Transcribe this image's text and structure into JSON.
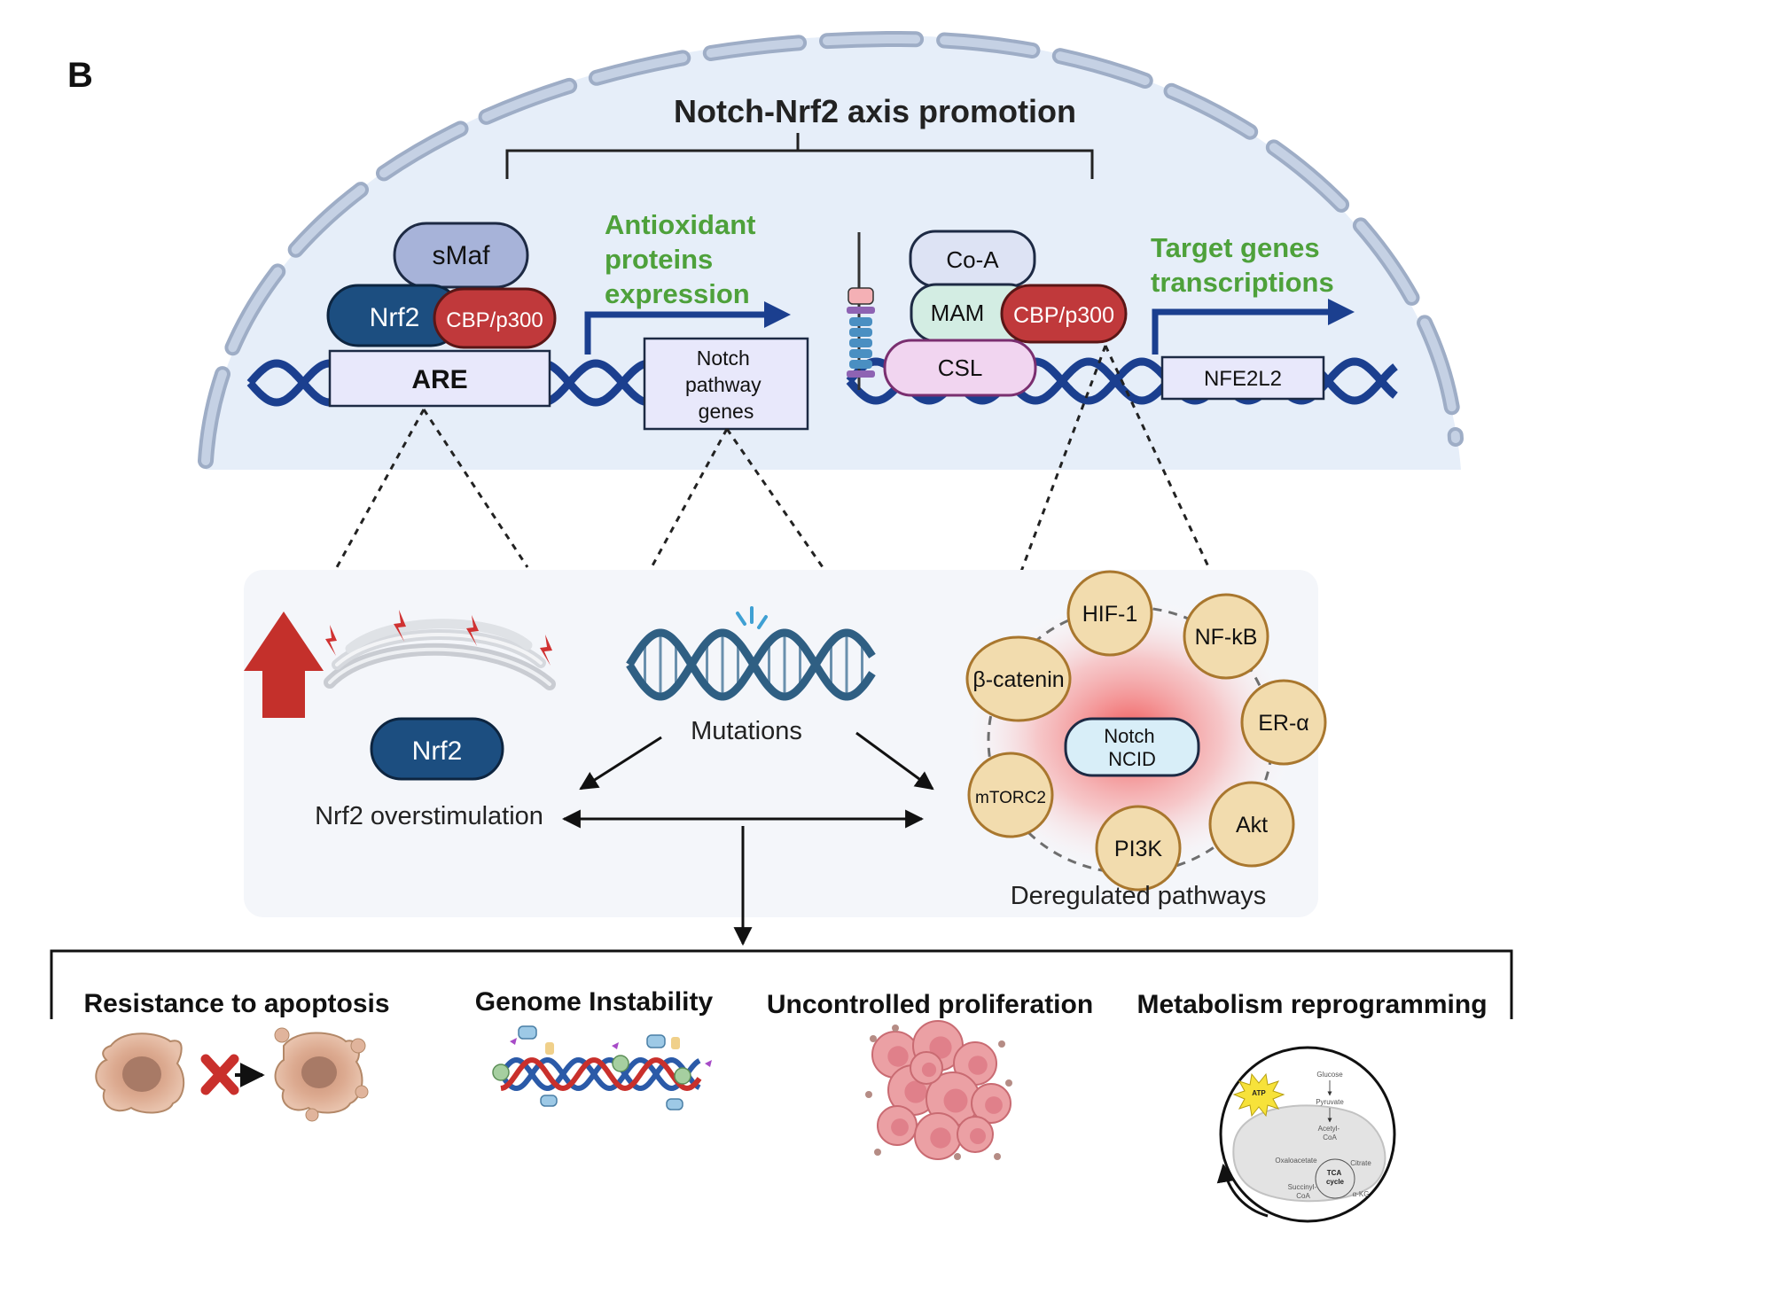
{
  "panel_label": "B",
  "nucleus": {
    "title": "Notch-Nrf2 axis promotion",
    "left_complex": {
      "smaf": "sMaf",
      "nrf2": "Nrf2",
      "cbp": "CBP/p300",
      "are": "ARE",
      "arrow_label": [
        "Antioxidant",
        "proteins",
        "expression"
      ],
      "gene_box": [
        "Notch",
        "pathway",
        "genes"
      ]
    },
    "right_complex": {
      "coa": "Co-A",
      "mam": "MAM",
      "cbp": "CBP/p300",
      "csl": "CSL",
      "arrow_label": [
        "Target genes",
        "transcriptions"
      ],
      "gene_box": "NFE2L2"
    }
  },
  "middle": {
    "nrf2_badge": "Nrf2",
    "nrf2_overstimulation": "Nrf2 overstimulation",
    "mutations": "Mutations",
    "deregulated_pathways": "Deregulated pathways",
    "center": [
      "Notch",
      "NCID"
    ],
    "pathways": [
      "HIF-1",
      "NF-kB",
      "ER-α",
      "Akt",
      "PI3K",
      "mTORC2",
      "β-catenin"
    ]
  },
  "outcomes": [
    "Resistance to apoptosis",
    "Genome Instability",
    "Uncontrolled proliferation",
    "Metabolism reprogramming"
  ],
  "metabolism_inset": {
    "atp": "ATP",
    "glucose": "Glucose",
    "pyruvate": "Pyruvate",
    "acetyl_coa": [
      "Acetyl-",
      "CoA"
    ],
    "citrate": "Citrate",
    "oxaloacetate": "Oxaloacetate",
    "tca": [
      "TCA",
      "cycle"
    ],
    "succinyl_coa": [
      "Succinyl-",
      "CoA"
    ],
    "akg": "α-KG"
  },
  "colors": {
    "nucleus_fill": "#e6eef9",
    "envelope": "#b7c4d9",
    "dna": "#1b3f8f",
    "arrow_blue": "#1b3f8f",
    "green_text": "#4ea13b",
    "nrf2_blue": "#1c4e80",
    "cbp_red": "#c0393b",
    "smaf": "#a7b3d9",
    "mam": "#d3ede3",
    "csl": "#f1d5f0",
    "coa": "#dde3f4",
    "pathway_node": "#f2dcae",
    "pathway_border": "#a9772e",
    "notch_center": "#d8eef8",
    "red_arrow": "#c4302b"
  }
}
